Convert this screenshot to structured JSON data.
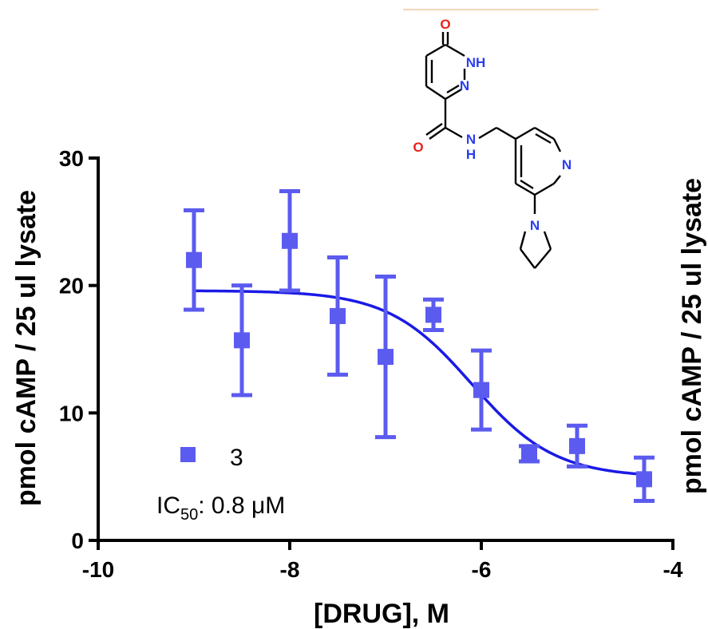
{
  "chart_data": {
    "type": "scatter",
    "title": "",
    "xlabel": "[DRUG], M",
    "ylabel": "pmol cAMP / 25 ul lysate",
    "ylabel_right": "pmol cAMP / 25 ul lysate",
    "xlim": [
      -10,
      -4
    ],
    "ylim": [
      0,
      30
    ],
    "x_ticks": [
      -10,
      -8,
      -6,
      -4
    ],
    "y_ticks": [
      0,
      10,
      20,
      30
    ],
    "x_tick_labels": [
      "-10",
      "-8",
      "-6",
      "-4"
    ],
    "y_tick_labels": [
      "0",
      "10",
      "20",
      "30"
    ],
    "grid": false,
    "series": [
      {
        "name": "3",
        "color": "#5b5bf0",
        "x": [
          -9.0,
          -8.5,
          -8.0,
          -7.5,
          -7.0,
          -6.5,
          -6.0,
          -5.5,
          -5.0,
          -4.3
        ],
        "y": [
          22.0,
          15.7,
          23.5,
          17.6,
          14.4,
          17.7,
          11.8,
          6.8,
          7.4,
          4.8
        ],
        "err": [
          3.9,
          4.3,
          3.9,
          4.6,
          6.3,
          1.2,
          3.1,
          0.6,
          1.6,
          1.7
        ]
      }
    ],
    "fit": {
      "color": "#1a1ae6",
      "top": 19.6,
      "bottom": 4.95,
      "log_ic50": -6.1,
      "hill_slope": -1.0,
      "x_range": [
        -9.0,
        -4.3
      ]
    },
    "legend": {
      "label": "3",
      "placement": "bottom-left"
    },
    "annotation": {
      "prefix": "IC",
      "subscript": "50",
      "suffix": ": 0.8 μM"
    }
  },
  "molecule": {
    "atoms": {
      "o_top": "O",
      "nh_ring": "NH",
      "n_ring": "N",
      "o_amide": "O",
      "n_amide": "N",
      "h_amide": "H",
      "n_pyridine": "N",
      "n_pyrrolidine": "N"
    },
    "colors": {
      "oxygen": "#e8221a",
      "nitrogen": "#2a3ef0"
    }
  }
}
